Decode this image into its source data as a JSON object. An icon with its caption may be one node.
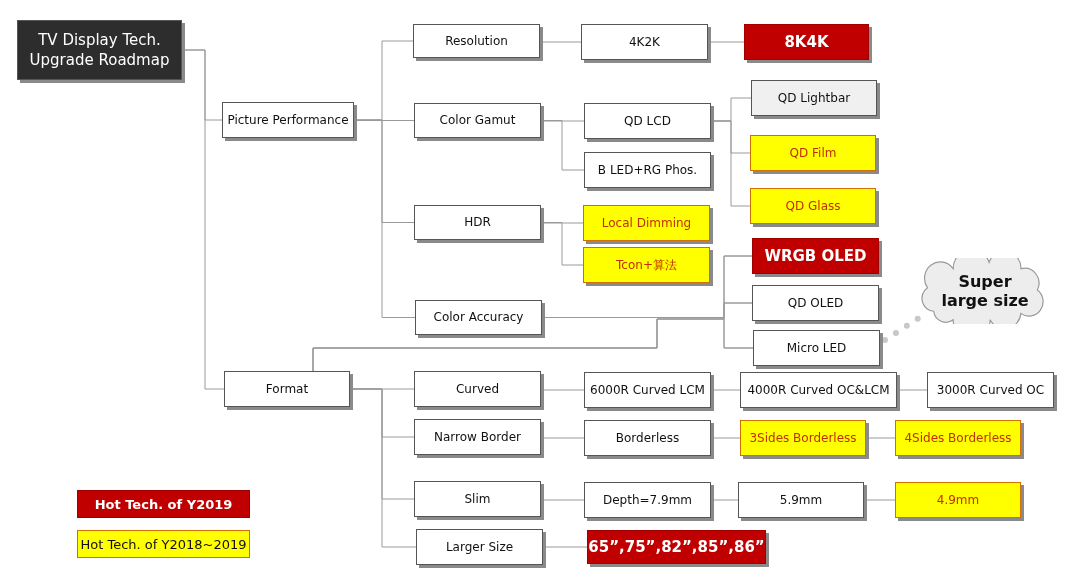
{
  "diagram": {
    "nodes": [
      {
        "text": [
          "TV Display Tech. Upgrade Roadmap"
        ]
      },
      {
        "text": [
          "Picture Performance"
        ]
      },
      {
        "text": [
          "Format"
        ]
      },
      {
        "text": [
          "Resolution"
        ]
      },
      {
        "text": [
          "Color Gamut"
        ]
      },
      {
        "text": [
          "HDR"
        ]
      },
      {
        "text": [
          "Color Accuracy"
        ]
      },
      {
        "text": [
          "Curved"
        ]
      },
      {
        "text": [
          "Narrow Border"
        ]
      },
      {
        "text": [
          "Slim"
        ]
      },
      {
        "text": [
          "Larger Size"
        ]
      },
      {
        "text": [
          "4K2K"
        ]
      },
      {
        "text": [
          "8K4K"
        ]
      },
      {
        "text": [
          "QD LCD"
        ]
      },
      {
        "text": [
          "B LED+RG Phos."
        ]
      },
      {
        "text": [
          "Local Dimming"
        ]
      },
      {
        "text": [
          "Tcon+算法"
        ]
      },
      {
        "text": [
          "QD Lightbar"
        ]
      },
      {
        "text": [
          "QD Film"
        ]
      },
      {
        "text": [
          "QD Glass"
        ]
      },
      {
        "text": [
          "WRGB OLED"
        ]
      },
      {
        "text": [
          "QD OLED"
        ]
      },
      {
        "text": [
          "Micro LED"
        ]
      },
      {
        "text": [
          "Super large size"
        ]
      },
      {
        "text": [
          "6000R Curved LCM"
        ]
      },
      {
        "text": [
          "4000R Curved OC&LCM"
        ]
      },
      {
        "text": [
          "3000R Curved OC"
        ]
      },
      {
        "text": [
          "Borderless"
        ]
      },
      {
        "text": [
          "3Sides Borderless"
        ]
      },
      {
        "text": [
          "4Sides Borderless"
        ]
      },
      {
        "text": [
          "Depth=7.9mm"
        ]
      },
      {
        "text": [
          "5.9mm"
        ]
      },
      {
        "text": [
          "4.9mm"
        ]
      },
      {
        "text": [
          "65”,75”,82”,85”,86”"
        ]
      }
    ],
    "edges": [
      {
        "from": 0,
        "to": 1,
        "arrow": "none"
      },
      {
        "from": 0,
        "to": 2,
        "arrow": "none"
      },
      {
        "from": 1,
        "to": 3,
        "arrow": "none"
      },
      {
        "from": 1,
        "to": 4,
        "arrow": "none"
      },
      {
        "from": 1,
        "to": 5,
        "arrow": "none"
      },
      {
        "from": 1,
        "to": 6,
        "arrow": "none"
      },
      {
        "from": 3,
        "to": 11,
        "arrow": "none"
      },
      {
        "from": 11,
        "to": 12,
        "arrow": "none"
      },
      {
        "from": 4,
        "to": 13,
        "arrow": "none"
      },
      {
        "from": 4,
        "to": 14,
        "arrow": "none"
      },
      {
        "from": 13,
        "to": 17,
        "arrow": "none"
      },
      {
        "from": 13,
        "to": 18,
        "arrow": "none"
      },
      {
        "from": 13,
        "to": 19,
        "arrow": "none"
      },
      {
        "from": 5,
        "to": 15,
        "arrow": "none"
      },
      {
        "from": 5,
        "to": 16,
        "arrow": "none"
      },
      {
        "from": 6,
        "to": 20,
        "arrow": "none"
      },
      {
        "from": 6,
        "to": 21,
        "arrow": "none"
      },
      {
        "from": 6,
        "to": 22,
        "arrow": "none"
      },
      {
        "from": 2,
        "to": 20,
        "arrow": "none"
      },
      {
        "from": 2,
        "to": 21,
        "arrow": "none"
      },
      {
        "from": 2,
        "to": 22,
        "arrow": "none"
      },
      {
        "from": 22,
        "to": 23,
        "arrow": "none",
        "style": "dashed"
      },
      {
        "from": 2,
        "to": 7,
        "arrow": "none"
      },
      {
        "from": 2,
        "to": 8,
        "arrow": "none"
      },
      {
        "from": 2,
        "to": 9,
        "arrow": "none"
      },
      {
        "from": 2,
        "to": 10,
        "arrow": "none"
      },
      {
        "from": 7,
        "to": 24,
        "arrow": "none"
      },
      {
        "from": 24,
        "to": 25,
        "arrow": "none"
      },
      {
        "from": 25,
        "to": 26,
        "arrow": "none"
      },
      {
        "from": 8,
        "to": 27,
        "arrow": "none"
      },
      {
        "from": 27,
        "to": 28,
        "arrow": "none"
      },
      {
        "from": 28,
        "to": 29,
        "arrow": "none"
      },
      {
        "from": 9,
        "to": 30,
        "arrow": "none"
      },
      {
        "from": 30,
        "to": 31,
        "arrow": "none"
      },
      {
        "from": 31,
        "to": 32,
        "arrow": "none"
      },
      {
        "from": 10,
        "to": 33,
        "arrow": "none"
      }
    ],
    "legend": [
      {
        "text": "Hot Tech. of Y2019",
        "color": "#c00000"
      },
      {
        "text": "Hot Tech. of Y2018~2019",
        "color": "#ffff00"
      }
    ]
  }
}
